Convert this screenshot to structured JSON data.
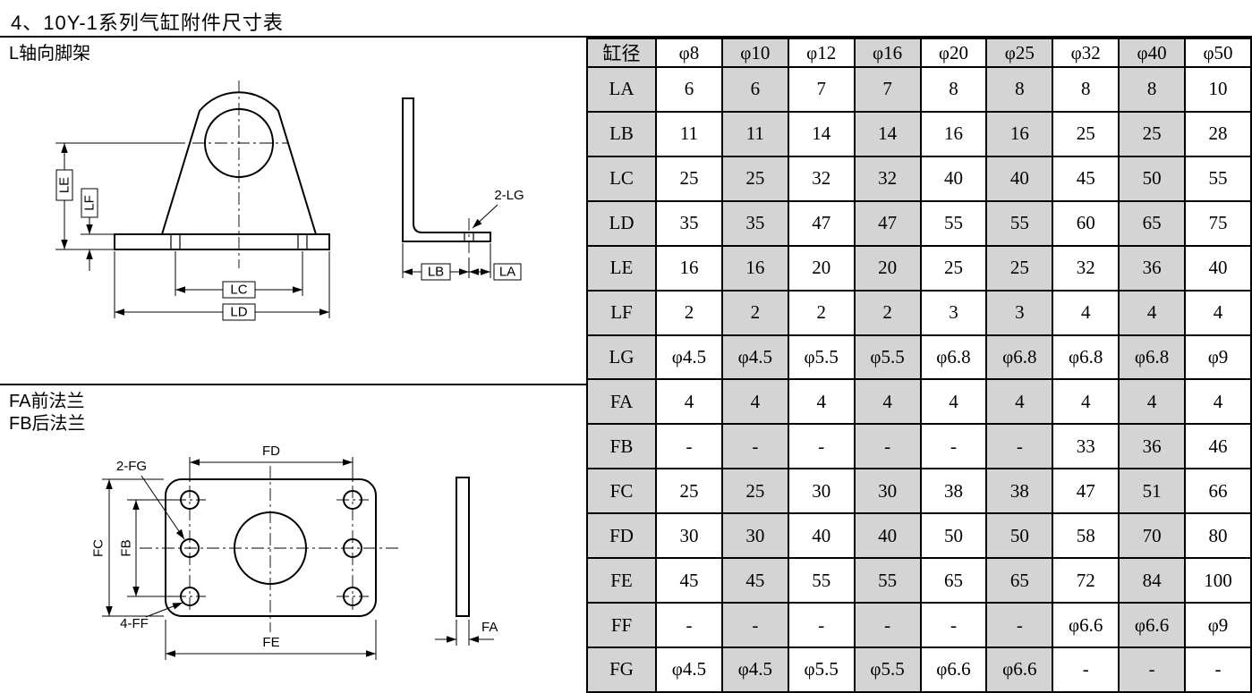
{
  "page_title": "4、10Y-1系列气缸附件尺寸表",
  "colors": {
    "column_shade": "#d4d4d4",
    "line": "#000000",
    "background": "#ffffff"
  },
  "bracket": {
    "label": "L轴向脚架",
    "dims": {
      "le": "LE",
      "lf": "LF",
      "lc": "LC",
      "ld": "LD",
      "lb": "LB",
      "la": "LA",
      "lg": "2-LG"
    }
  },
  "flange": {
    "label_line1": "FA前法兰",
    "label_line2": "FB后法兰",
    "dims": {
      "fd": "FD",
      "fg": "2-FG",
      "fc": "FC",
      "fb": "FB",
      "ff": "4-FF",
      "fe": "FE",
      "fa": "FA"
    }
  },
  "table": {
    "header": [
      "缸径",
      "φ8",
      "φ10",
      "φ12",
      "φ16",
      "φ20",
      "φ25",
      "φ32",
      "φ40",
      "φ50"
    ],
    "rows": [
      {
        "label": "LA",
        "values": [
          "6",
          "6",
          "7",
          "7",
          "8",
          "8",
          "8",
          "8",
          "10"
        ]
      },
      {
        "label": "LB",
        "values": [
          "11",
          "11",
          "14",
          "14",
          "16",
          "16",
          "25",
          "25",
          "28"
        ]
      },
      {
        "label": "LC",
        "values": [
          "25",
          "25",
          "32",
          "32",
          "40",
          "40",
          "45",
          "50",
          "55"
        ]
      },
      {
        "label": "LD",
        "values": [
          "35",
          "35",
          "47",
          "47",
          "55",
          "55",
          "60",
          "65",
          "75"
        ]
      },
      {
        "label": "LE",
        "values": [
          "16",
          "16",
          "20",
          "20",
          "25",
          "25",
          "32",
          "36",
          "40"
        ]
      },
      {
        "label": "LF",
        "values": [
          "2",
          "2",
          "2",
          "2",
          "3",
          "3",
          "4",
          "4",
          "4"
        ]
      },
      {
        "label": "LG",
        "values": [
          "φ4.5",
          "φ4.5",
          "φ5.5",
          "φ5.5",
          "φ6.8",
          "φ6.8",
          "φ6.8",
          "φ6.8",
          "φ9"
        ]
      },
      {
        "label": "FA",
        "values": [
          "4",
          "4",
          "4",
          "4",
          "4",
          "4",
          "4",
          "4",
          "4"
        ]
      },
      {
        "label": "FB",
        "values": [
          "-",
          "-",
          "-",
          "-",
          "-",
          "-",
          "33",
          "36",
          "46"
        ]
      },
      {
        "label": "FC",
        "values": [
          "25",
          "25",
          "30",
          "30",
          "38",
          "38",
          "47",
          "51",
          "66"
        ]
      },
      {
        "label": "FD",
        "values": [
          "30",
          "30",
          "40",
          "40",
          "50",
          "50",
          "58",
          "70",
          "80"
        ]
      },
      {
        "label": "FE",
        "values": [
          "45",
          "45",
          "55",
          "55",
          "65",
          "65",
          "72",
          "84",
          "100"
        ]
      },
      {
        "label": "FF",
        "values": [
          "-",
          "-",
          "-",
          "-",
          "-",
          "-",
          "φ6.6",
          "φ6.6",
          "φ9"
        ]
      },
      {
        "label": "FG",
        "values": [
          "φ4.5",
          "φ4.5",
          "φ5.5",
          "φ5.5",
          "φ6.6",
          "φ6.6",
          "-",
          "-",
          "-"
        ]
      }
    ]
  }
}
